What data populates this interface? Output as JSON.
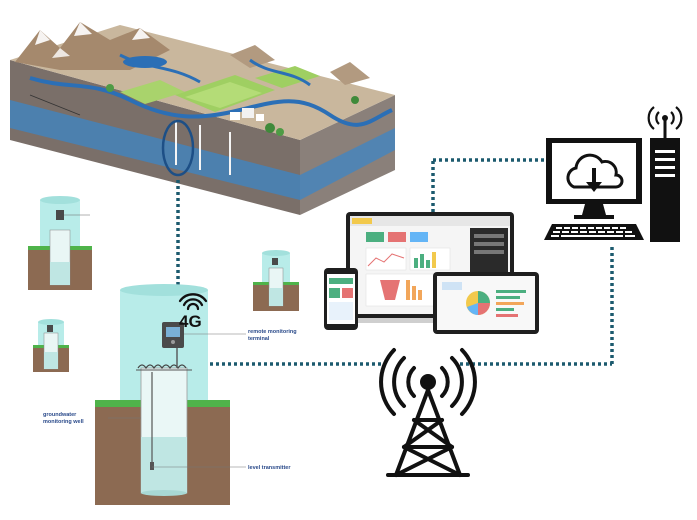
{
  "labels": {
    "signal": "4G",
    "terminal_line1": "remote monitoring",
    "terminal_line2": "terminal",
    "well_line1": "groundwater",
    "well_line2": "monitoring well",
    "transmitter": "level transmitter"
  },
  "icons": {
    "cloud": "cloud-download-icon",
    "wifi": "wifi-icon",
    "tower": "cell-tower-icon",
    "server": "server-tower-icon",
    "monitor": "desktop-monitor-icon",
    "keyboard": "keyboard-icon"
  },
  "colors": {
    "dotted_link": "#1c5a6e",
    "well_glow": "#b8ece9",
    "soil": "#8c6a52",
    "grass": "#4fb34a",
    "water": "#bfe6e3",
    "terrain_blue": "#2b6fb6",
    "device_dark": "#222222"
  }
}
